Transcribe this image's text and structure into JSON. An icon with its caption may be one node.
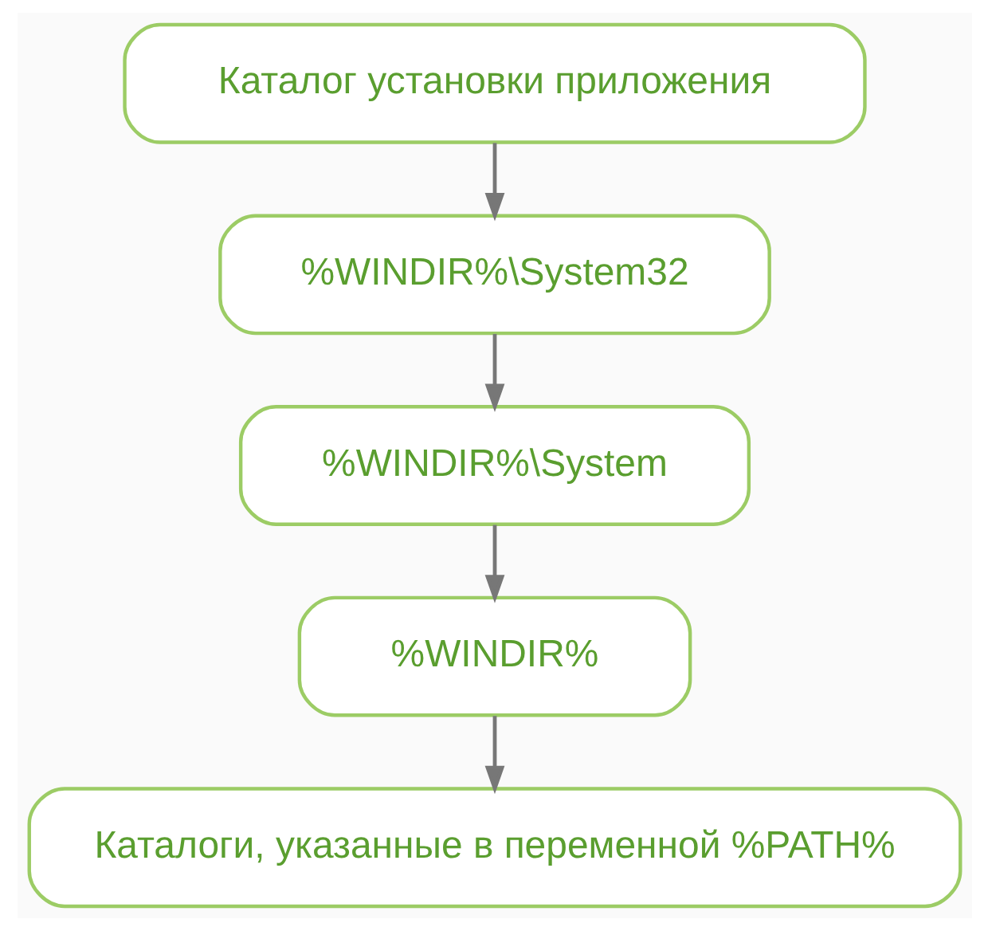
{
  "diagram": {
    "nodes": [
      {
        "text": [
          "Каталог установки приложения"
        ]
      },
      {
        "text": [
          "%WINDIR%\\System32"
        ]
      },
      {
        "text": [
          "%WINDIR%\\System"
        ]
      },
      {
        "text": [
          "%WINDIR%"
        ]
      },
      {
        "text": [
          "Каталоги, указанные в переменной %PATH%"
        ]
      }
    ],
    "edges": [
      {
        "from": 0,
        "to": 1,
        "arrow": "to"
      },
      {
        "from": 1,
        "to": 2,
        "arrow": "to"
      },
      {
        "from": 2,
        "to": 3,
        "arrow": "to"
      },
      {
        "from": 3,
        "to": 4,
        "arrow": "to"
      }
    ]
  }
}
